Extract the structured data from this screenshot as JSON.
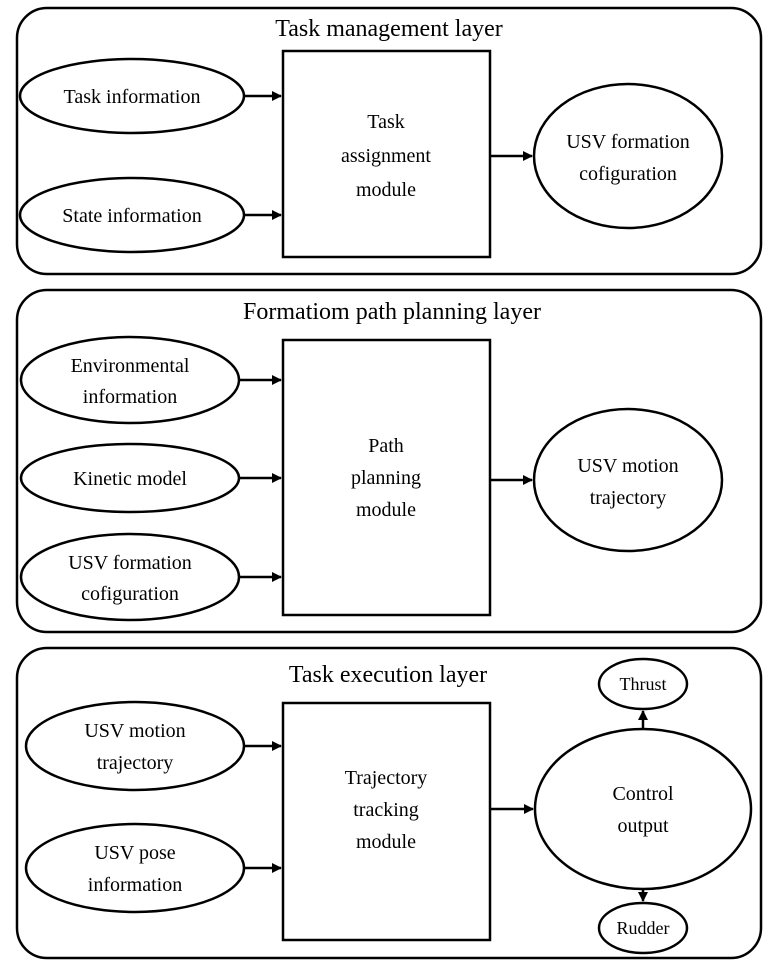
{
  "layers": [
    {
      "title": "Task management layer",
      "inputs": [
        {
          "lines": [
            "Task information"
          ]
        },
        {
          "lines": [
            "State information"
          ]
        }
      ],
      "module": {
        "lines": [
          "Task",
          "assignment",
          "module"
        ]
      },
      "output": {
        "lines": [
          "USV formation",
          "cofiguration"
        ]
      }
    },
    {
      "title": "Formatiom path planning layer",
      "inputs": [
        {
          "lines": [
            "Environmental",
            "information"
          ]
        },
        {
          "lines": [
            "Kinetic model"
          ]
        },
        {
          "lines": [
            "USV formation",
            "cofiguration"
          ]
        }
      ],
      "module": {
        "lines": [
          "Path",
          "planning",
          "module"
        ]
      },
      "output": {
        "lines": [
          "USV motion",
          "trajectory"
        ]
      }
    },
    {
      "title": "Task execution layer",
      "inputs": [
        {
          "lines": [
            "USV motion",
            "trajectory"
          ]
        },
        {
          "lines": [
            "USV pose",
            "information"
          ]
        }
      ],
      "module": {
        "lines": [
          "Trajectory",
          "tracking",
          "module"
        ]
      },
      "output": {
        "lines": [
          "Control",
          "output"
        ]
      },
      "thrust": {
        "lines": [
          "Thrust"
        ]
      },
      "rudder": {
        "lines": [
          "Rudder"
        ]
      }
    }
  ]
}
